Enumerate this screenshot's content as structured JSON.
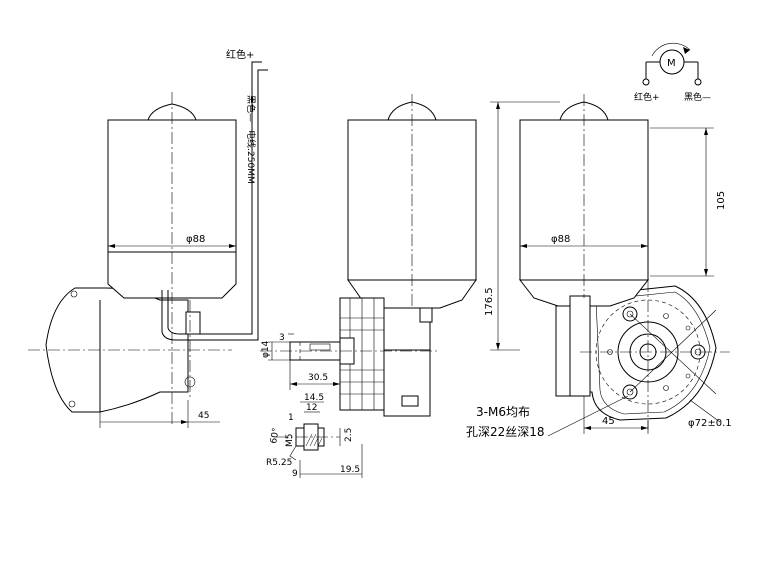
{
  "labels": {
    "red_plus": "红色+",
    "black_minus": "黑色—",
    "cable_note": "电线:250MM",
    "motor_symbol": "M",
    "red_plus_small": "红色+",
    "black_minus_small": "黑色—",
    "hole_note_1": "3-M6均布",
    "hole_note_2": "孔深22丝深18"
  },
  "dimensions": {
    "dia_88_left": "φ88",
    "dia_88_right": "φ88",
    "d_105": "105",
    "d_176_5": "176.5",
    "d_45_left": "45",
    "d_45_right": "45",
    "dia_72": "φ72±0.1",
    "d_30_5": "30.5",
    "d_3": "3",
    "dia_14": "φ14",
    "d_14_5": "14.5",
    "d_12": "12",
    "d_1": "1",
    "d_60deg": "60°",
    "d_m5": "M5",
    "d_2_5": "2.5",
    "d_r5_25": "R5.25",
    "d_9": "9",
    "d_19_5": "19.5"
  }
}
